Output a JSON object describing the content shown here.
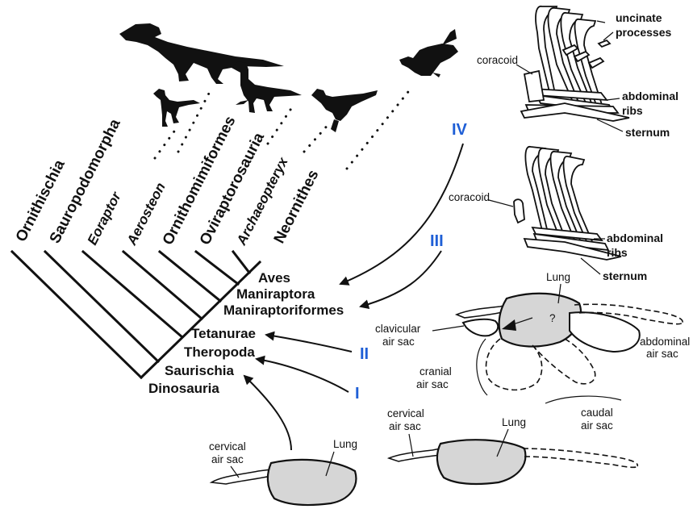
{
  "taxa": [
    {
      "name": "Ornithischia",
      "italic": false
    },
    {
      "name": "Sauropodomorpha",
      "italic": false
    },
    {
      "name": "Eoraptor",
      "italic": true
    },
    {
      "name": "Aerosteon",
      "italic": true
    },
    {
      "name": "Ornithomimiformes",
      "italic": false
    },
    {
      "name": "Oviraptorosauria",
      "italic": false
    },
    {
      "name": "Archaeopteryx",
      "italic": true
    },
    {
      "name": "Neornithes",
      "italic": false
    }
  ],
  "clades": [
    "Aves",
    "Maniraptora",
    "Maniraptoriformes",
    "Tetanurae",
    "Theropoda",
    "Saurischia",
    "Dinosauria"
  ],
  "stages": [
    "I",
    "II",
    "III",
    "IV"
  ],
  "labels": {
    "uncinate_processes": "uncinate processes",
    "uncinate_1": "uncinate",
    "uncinate_2": "processes",
    "coracoid": "coracoid",
    "abdominal_ribs_1": "abdominal",
    "abdominal_ribs_2": "ribs",
    "sternum": "sternum",
    "lung": "Lung",
    "clavicular_1": "clavicular",
    "clavicular_2": "air sac",
    "cranial_1": "cranial",
    "cranial_2": "air sac",
    "abdominal_sac_1": "abdominal",
    "abdominal_sac_2": "air sac",
    "caudal_1": "caudal",
    "caudal_2": "air sac",
    "cervical_1": "cervical",
    "cervical_2": "air sac",
    "question": "?"
  }
}
